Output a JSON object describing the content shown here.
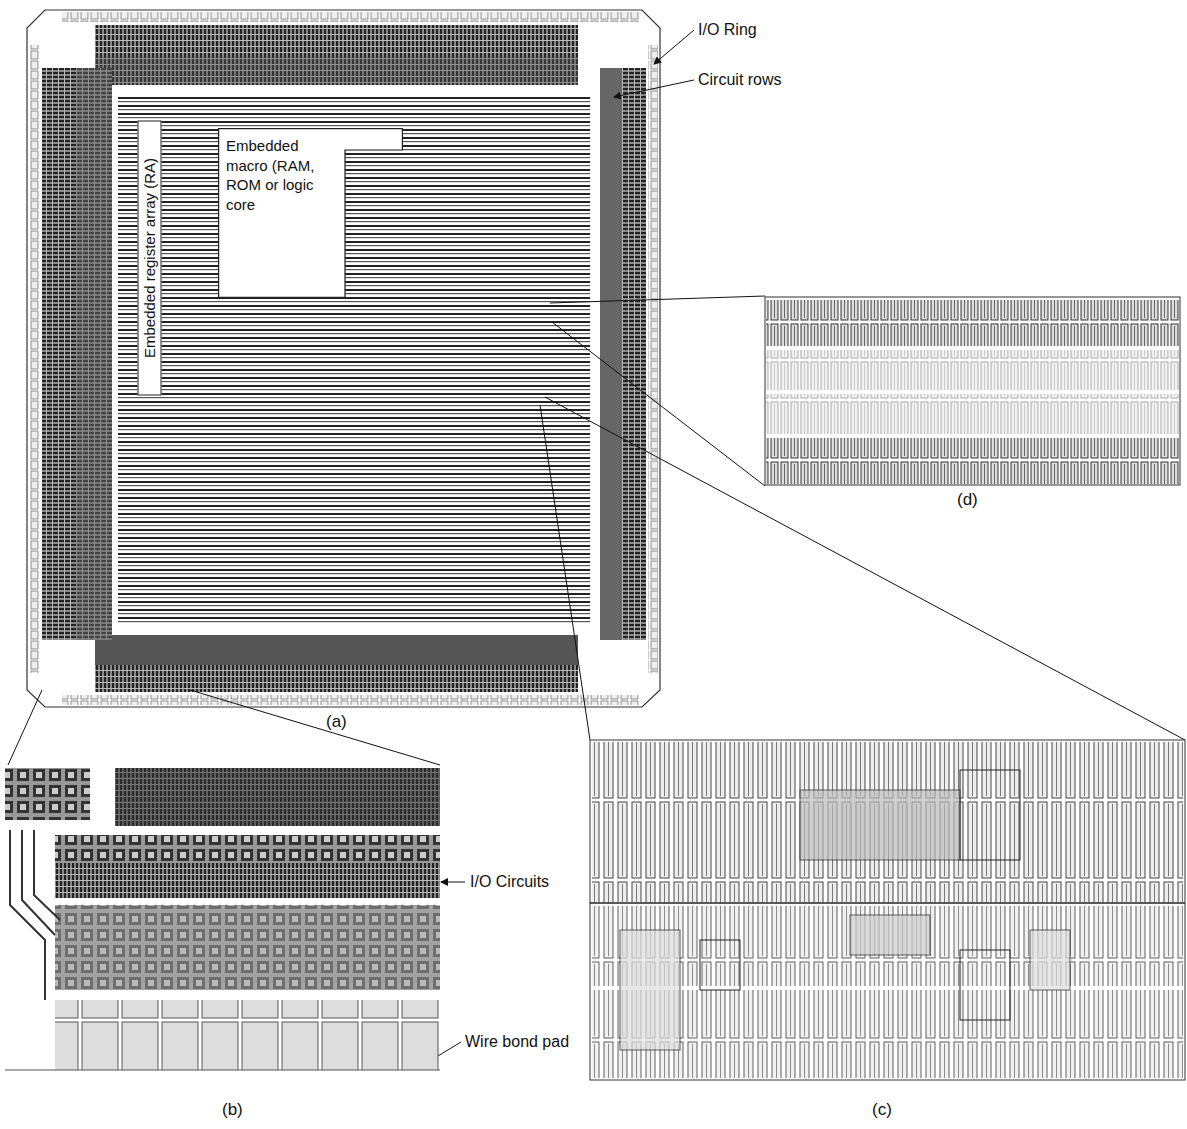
{
  "diagram": {
    "nodes": [
      {
        "text": [
          "Embedded register array (RA)"
        ]
      },
      {
        "text": [
          "Embedded macro (RAM, ROM or logic core"
        ]
      }
    ],
    "labels": [
      "I/O Ring",
      "Circuit rows",
      "(d)",
      "(a)",
      "I/O Circuits",
      "Wire bond pad",
      "(b)",
      "(c)"
    ]
  }
}
